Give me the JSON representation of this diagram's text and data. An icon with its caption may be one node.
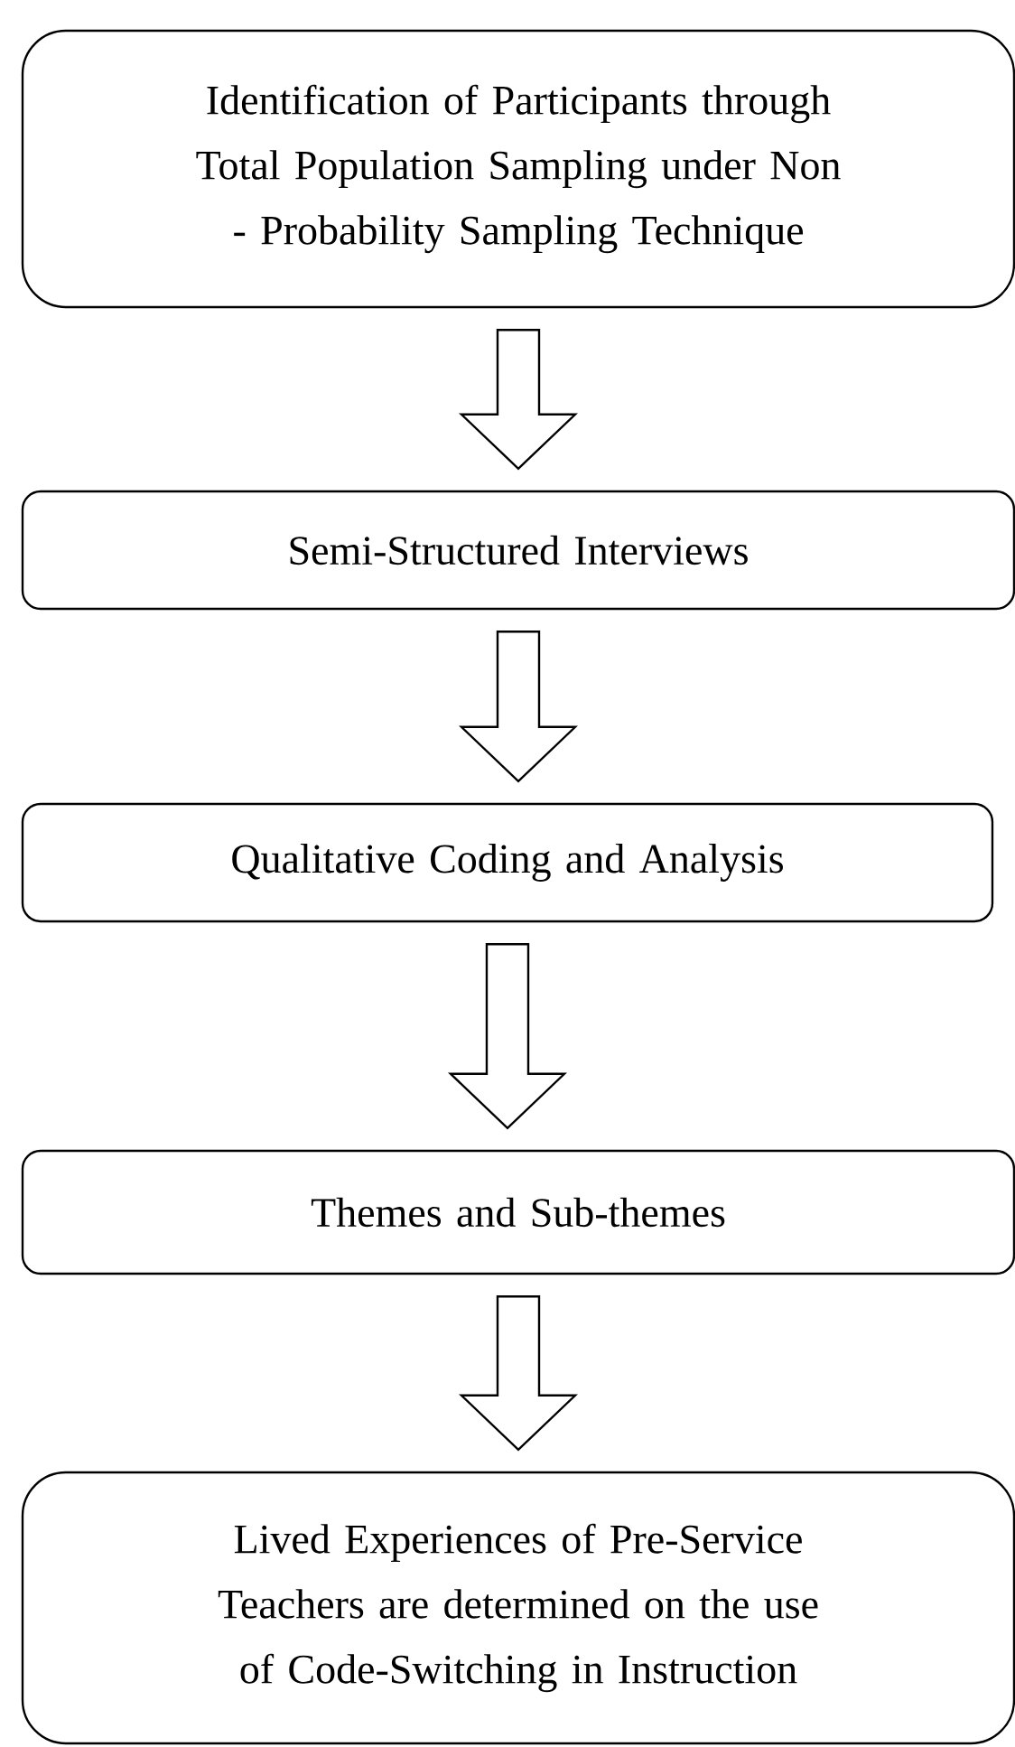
{
  "diagram": {
    "nodes": [
      {
        "text": [
          "Identification of Participants through Total Population Sampling under Non - Probability Sampling Technique"
        ]
      },
      {
        "text": [
          "Semi-Structured Interviews"
        ]
      },
      {
        "text": [
          "Qualitative Coding and Analysis"
        ]
      },
      {
        "text": [
          "Themes and Sub-themes"
        ]
      },
      {
        "text": [
          "Lived Experiences of Pre-Service Teachers are determined on the use of Code-Switching in Instruction"
        ]
      }
    ],
    "edges": [
      {
        "from": 0,
        "to": 1,
        "arrow": "to"
      },
      {
        "from": 1,
        "to": 2,
        "arrow": "to"
      },
      {
        "from": 2,
        "to": 3,
        "arrow": "to"
      },
      {
        "from": 3,
        "to": 4,
        "arrow": "to"
      }
    ]
  }
}
